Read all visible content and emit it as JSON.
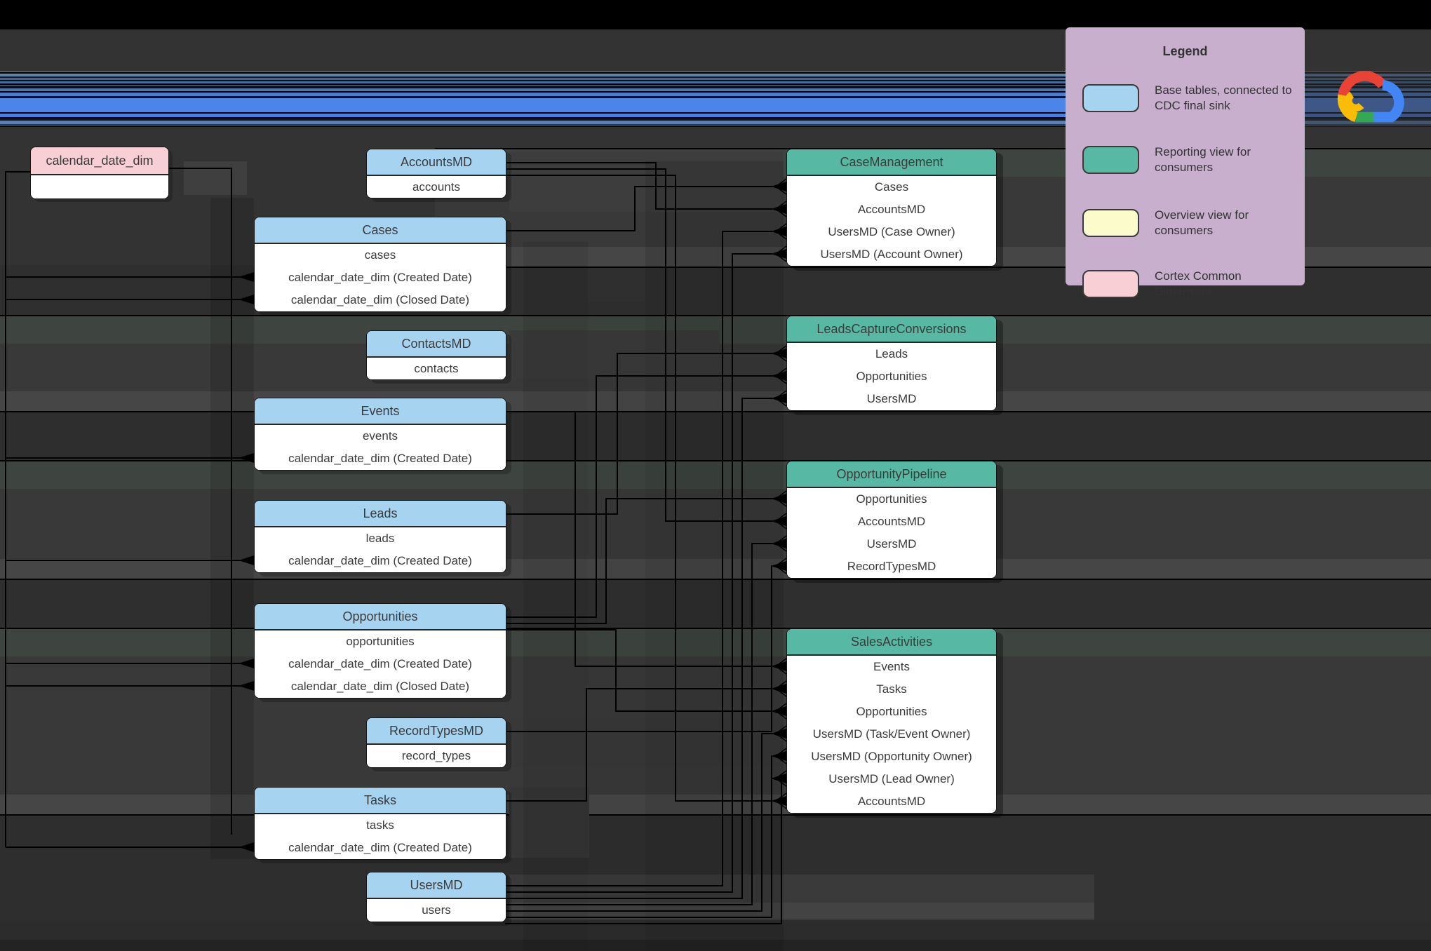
{
  "colors": {
    "canvas": "#333333",
    "base_table": "#A6D3F0",
    "reporting_view": "#57B9A4",
    "overview_view": "#FBFBCB",
    "common_dimension": "#F9CFD6",
    "legend_background": "#C9AFCE",
    "stripe_blue": "#4D84EA",
    "connector": "#000000"
  },
  "legend": {
    "title": "Legend",
    "items": [
      {
        "label": "Base tables, connected to CDC final sink",
        "color": "#A6D3F0"
      },
      {
        "label": "Reporting view for consumers",
        "color": "#57B9A4"
      },
      {
        "label": "Overview view for consumers",
        "color": "#FBFBCB"
      },
      {
        "label": "Cortex Common Dimension",
        "color": "#F9CFD6"
      }
    ]
  },
  "logo": {
    "name": "google-cloud-logo"
  },
  "diagram": {
    "tables": [
      {
        "id": "calendar_date_dim",
        "kind": "common",
        "title": "calendar_date_dim",
        "rows": [
          ""
        ]
      },
      {
        "id": "AccountsMD",
        "kind": "base",
        "title": "AccountsMD",
        "rows": [
          "accounts"
        ]
      },
      {
        "id": "Cases",
        "kind": "base",
        "title": "Cases",
        "rows": [
          "cases",
          "calendar_date_dim (Created Date)",
          "calendar_date_dim (Closed Date)"
        ]
      },
      {
        "id": "ContactsMD",
        "kind": "base",
        "title": "ContactsMD",
        "rows": [
          "contacts"
        ]
      },
      {
        "id": "Events",
        "kind": "base",
        "title": "Events",
        "rows": [
          "events",
          "calendar_date_dim (Created Date)"
        ]
      },
      {
        "id": "Leads",
        "kind": "base",
        "title": "Leads",
        "rows": [
          "leads",
          "calendar_date_dim (Created Date)"
        ]
      },
      {
        "id": "Opportunities",
        "kind": "base",
        "title": "Opportunities",
        "rows": [
          "opportunities",
          "calendar_date_dim (Created Date)",
          "calendar_date_dim (Closed Date)"
        ]
      },
      {
        "id": "RecordTypesMD",
        "kind": "base",
        "title": "RecordTypesMD",
        "rows": [
          "record_types"
        ]
      },
      {
        "id": "Tasks",
        "kind": "base",
        "title": "Tasks",
        "rows": [
          "tasks",
          "calendar_date_dim (Created Date)"
        ]
      },
      {
        "id": "UsersMD",
        "kind": "base",
        "title": "UsersMD",
        "rows": [
          "users"
        ]
      },
      {
        "id": "CaseManagement",
        "kind": "view",
        "title": "CaseManagement",
        "rows": [
          "Cases",
          "AccountsMD",
          "UsersMD (Case Owner)",
          "UsersMD (Account Owner)"
        ]
      },
      {
        "id": "LeadsCaptureConversions",
        "kind": "view",
        "title": "LeadsCaptureConversions",
        "rows": [
          "Leads",
          "Opportunities",
          "UsersMD"
        ]
      },
      {
        "id": "OpportunityPipeline",
        "kind": "view",
        "title": "OpportunityPipeline",
        "rows": [
          "Opportunities",
          "AccountsMD",
          "UsersMD",
          "RecordTypesMD"
        ]
      },
      {
        "id": "SalesActivities",
        "kind": "view",
        "title": "SalesActivities",
        "rows": [
          "Events",
          "Tasks",
          "Opportunities",
          "UsersMD (Task/Event Owner)",
          "UsersMD (Opportunity Owner)",
          "UsersMD (Lead Owner)",
          "AccountsMD"
        ]
      }
    ],
    "connections": [
      {
        "from": "Cases",
        "to": "CaseManagement",
        "row": 0
      },
      {
        "from": "AccountsMD",
        "to": "CaseManagement",
        "row": 1
      },
      {
        "from": "UsersMD",
        "to": "CaseManagement",
        "row": 2
      },
      {
        "from": "UsersMD",
        "to": "CaseManagement",
        "row": 3
      },
      {
        "from": "Leads",
        "to": "LeadsCaptureConversions",
        "row": 0
      },
      {
        "from": "Opportunities",
        "to": "LeadsCaptureConversions",
        "row": 1
      },
      {
        "from": "UsersMD",
        "to": "LeadsCaptureConversions",
        "row": 2
      },
      {
        "from": "Opportunities",
        "to": "OpportunityPipeline",
        "row": 0
      },
      {
        "from": "AccountsMD",
        "to": "OpportunityPipeline",
        "row": 1
      },
      {
        "from": "UsersMD",
        "to": "OpportunityPipeline",
        "row": 2
      },
      {
        "from": "RecordTypesMD",
        "to": "OpportunityPipeline",
        "row": 3
      },
      {
        "from": "Events",
        "to": "SalesActivities",
        "row": 0
      },
      {
        "from": "Tasks",
        "to": "SalesActivities",
        "row": 1
      },
      {
        "from": "Opportunities",
        "to": "SalesActivities",
        "row": 2
      },
      {
        "from": "UsersMD",
        "to": "SalesActivities",
        "row": 3
      },
      {
        "from": "UsersMD",
        "to": "SalesActivities",
        "row": 4
      },
      {
        "from": "UsersMD",
        "to": "SalesActivities",
        "row": 5
      },
      {
        "from": "AccountsMD",
        "to": "SalesActivities",
        "row": 6
      },
      {
        "from": "calendar_date_dim",
        "to": "Cases",
        "row": 1
      },
      {
        "from": "calendar_date_dim",
        "to": "Cases",
        "row": 2
      },
      {
        "from": "calendar_date_dim",
        "to": "Events",
        "row": 1
      },
      {
        "from": "calendar_date_dim",
        "to": "Leads",
        "row": 1
      },
      {
        "from": "calendar_date_dim",
        "to": "Opportunities",
        "row": 1
      },
      {
        "from": "calendar_date_dim",
        "to": "Opportunities",
        "row": 2
      },
      {
        "from": "calendar_date_dim",
        "to": "Tasks",
        "row": 1
      }
    ]
  }
}
